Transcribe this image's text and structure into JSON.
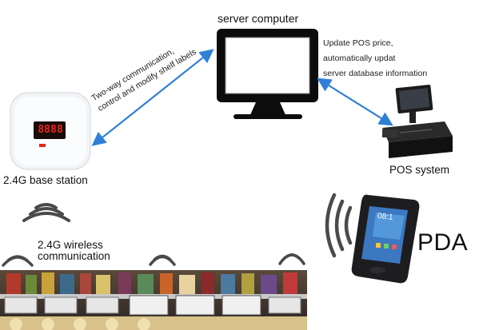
{
  "labels": {
    "server": "server computer",
    "pos_note_line1": "Update POS price,",
    "pos_note_line2": "automatically updat",
    "pos_note_line3": "server database information",
    "pos_system": "POS system",
    "base_station": "2.4G base station",
    "wireless_line1": "2.4G wireless",
    "wireless_line2": "communication",
    "pda": "PDA",
    "comm_line1": "Two-way communication,",
    "comm_line2": "control and modify shelf labels"
  },
  "base_station_display": "8888",
  "pda_screen_time": "08:1",
  "colors": {
    "arrow": "#2f7fd6",
    "wave": "#4a4a4a",
    "display_red": "#e8241d"
  },
  "icons": [
    "monitor-icon",
    "cash-register-icon",
    "base-station-icon",
    "pda-phone-icon",
    "wifi-wave-icon",
    "shelf-photo"
  ]
}
